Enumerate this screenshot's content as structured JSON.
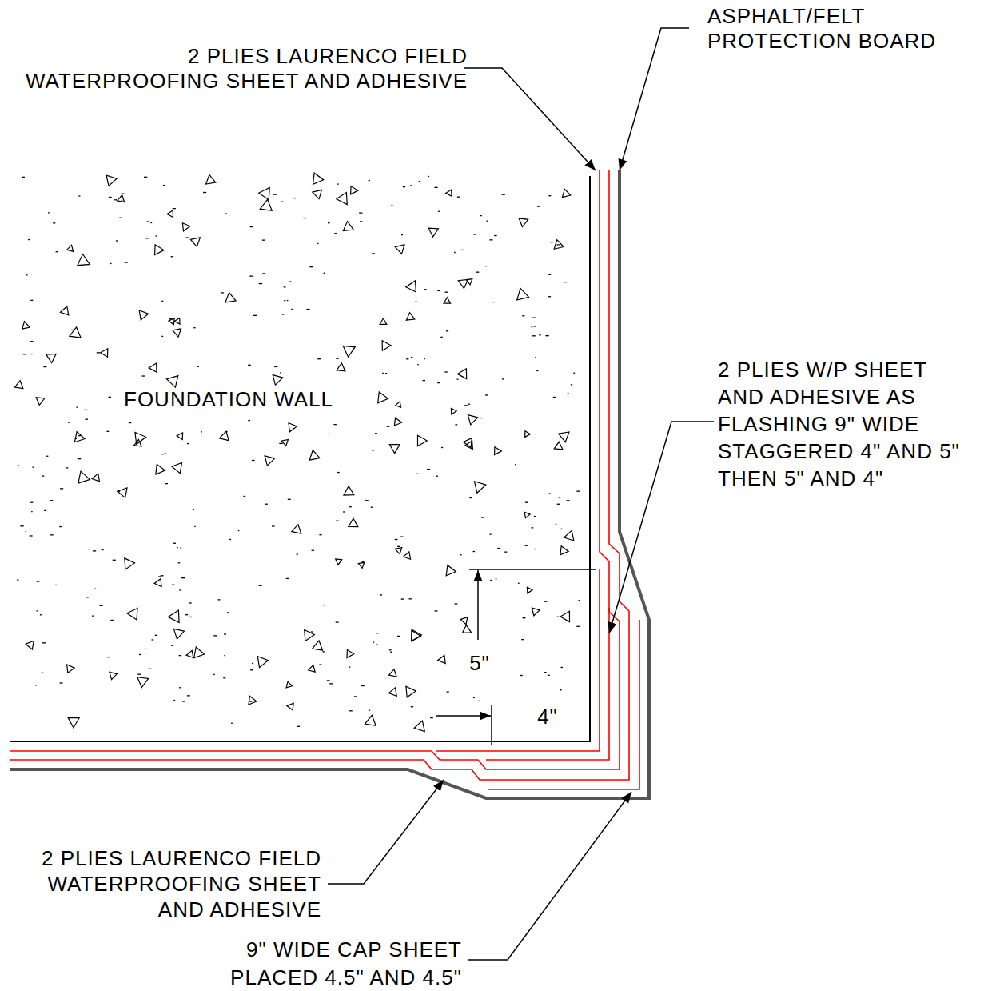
{
  "diagram": {
    "labels": [
      "2 PLIES LAURENCO FIELD WATERPROOFING SHEET AND ADHESIVE",
      "ASPHALT/FELT PROTECTION BOARD",
      "FOUNDATION WALL",
      "2 PLIES W/P SHEET AND ADHESIVE AS FLASHING 9\" WIDE STAGGERED 4\" AND 5\" THEN 5\" AND 4\"",
      "5\"",
      "4\"",
      "2 PLIES LAURENCO FIELD WATERPROOFING SHEET AND ADHESIVE",
      "9\" WIDE CAP SHEET PLACED 4.5\" AND 4.5\""
    ]
  }
}
